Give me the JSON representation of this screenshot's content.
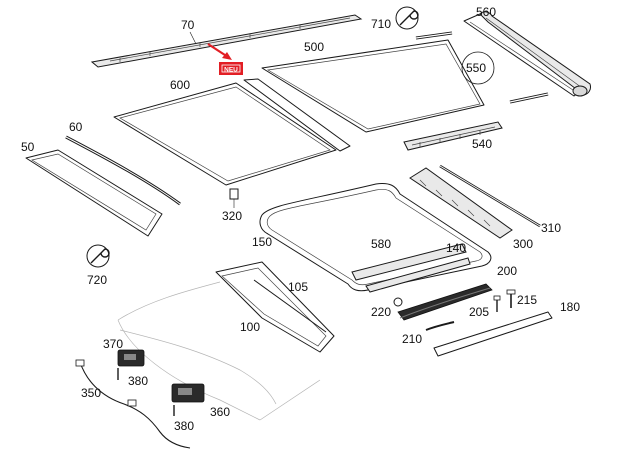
{
  "colors": {
    "accent": "#e21e24",
    "line": "#1a1a1a"
  },
  "badge": {
    "icon": "new-part-marker-icon",
    "text": "NEU"
  },
  "wrench_icons": [
    "wrench-circle-icon",
    "wrench-circle-icon"
  ],
  "labels": {
    "p70": "70",
    "p710": "710",
    "p560": "560",
    "p500": "500",
    "p550": "550",
    "p600": "600",
    "p60": "60",
    "p50": "50",
    "p540": "540",
    "p320": "320",
    "p310": "310",
    "p300": "300",
    "p150": "150",
    "p580": "580",
    "p140": "140",
    "p720": "720",
    "p200": "200",
    "p105": "105",
    "p215": "215",
    "p180": "180",
    "p220": "220",
    "p205": "205",
    "p100": "100",
    "p210": "210",
    "p370": "370",
    "p380a": "380",
    "p350": "350",
    "p360": "360",
    "p380b": "380"
  }
}
